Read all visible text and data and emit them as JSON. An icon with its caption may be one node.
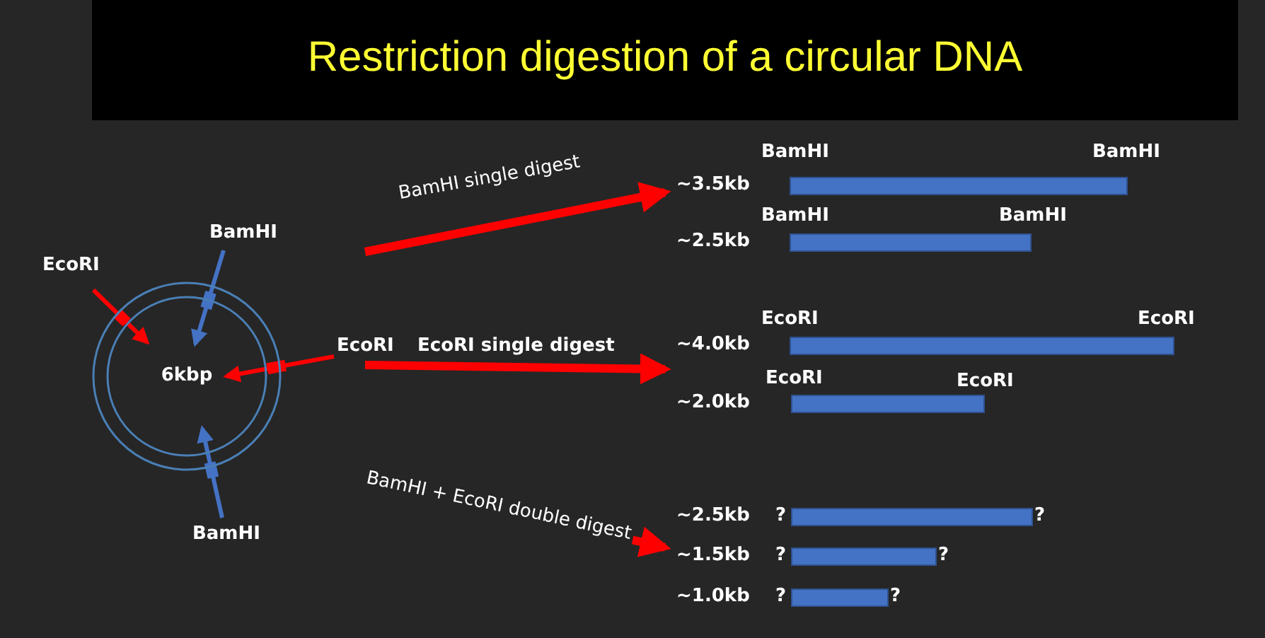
{
  "diagram": {
    "title": "Restriction digestion of a circular DNA",
    "nodes": [
      {
        "text": [
          "6kbp"
        ]
      },
      {
        "text": [
          "EcoRI"
        ]
      },
      {
        "text": [
          "BamHI"
        ]
      },
      {
        "text": [
          "EcoRI"
        ]
      },
      {
        "text": [
          "BamHI"
        ]
      },
      {
        "text": [],
        "shape": "bar",
        "beside": [
          "~3.5kb",
          "BamHI",
          "BamHI"
        ]
      },
      {
        "text": [],
        "shape": "bar",
        "beside": [
          "~2.5kb",
          "BamHI",
          "BamHI"
        ]
      },
      {
        "text": [],
        "shape": "bar",
        "beside": [
          "~4.0kb",
          "EcoRI",
          "EcoRI"
        ]
      },
      {
        "text": [],
        "shape": "bar",
        "beside": [
          "~2.0kb",
          "EcoRI",
          "EcoRI"
        ]
      },
      {
        "text": [],
        "shape": "bar",
        "beside": [
          "~2.5kb",
          "?",
          "?"
        ]
      },
      {
        "text": [],
        "shape": "bar",
        "beside": [
          "~1.5kb",
          "?",
          "?"
        ]
      },
      {
        "text": [],
        "shape": "bar",
        "beside": [
          "~1.0kb",
          "?",
          "?"
        ]
      }
    ],
    "edges": [
      {
        "from": 1,
        "to": 0,
        "arrow": "to"
      },
      {
        "from": 2,
        "to": 0,
        "arrow": "to",
        "color": "#4472c4"
      },
      {
        "from": 3,
        "to": 0,
        "arrow": "to"
      },
      {
        "from": 4,
        "to": 0,
        "arrow": "to",
        "color": "#4472c4"
      },
      {
        "from": null,
        "to": 5,
        "arrow": "to",
        "style": "thick",
        "label": "BamHI single digest"
      },
      {
        "from": 3,
        "to": 7,
        "arrow": "to",
        "style": "thick",
        "label": "EcoRI single digest"
      },
      {
        "from": null,
        "to": 9,
        "arrow": "to",
        "style": "thick",
        "label": "BamHI + EcoRI double digest"
      }
    ]
  }
}
